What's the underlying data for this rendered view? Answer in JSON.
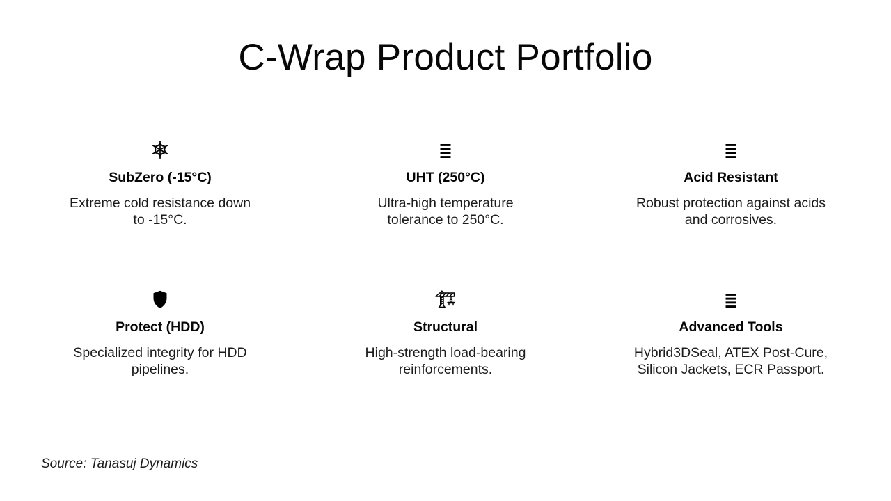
{
  "title": "C-Wrap Product Portfolio",
  "cards": [
    {
      "icon": "snowflake-icon",
      "title": "SubZero (-15°C)",
      "lines": [
        "Extreme cold resistance down",
        "to -15°C."
      ]
    },
    {
      "icon": "bars-icon",
      "title": "UHT (250°C)",
      "lines": [
        "Ultra-high temperature",
        "tolerance to 250°C."
      ]
    },
    {
      "icon": "bars-icon",
      "title": "Acid Resistant",
      "lines": [
        "Robust protection against acids",
        "and corrosives."
      ]
    },
    {
      "icon": "shield-icon",
      "title": "Protect (HDD)",
      "lines": [
        "Specialized integrity for HDD",
        "pipelines."
      ]
    },
    {
      "icon": "crane-icon",
      "title": "Structural",
      "lines": [
        "High-strength load-bearing",
        "reinforcements."
      ]
    },
    {
      "icon": "bars-icon",
      "title": "Advanced Tools",
      "lines": [
        "Hybrid3DSeal, ATEX Post-Cure,",
        "Silicon Jackets, ECR Passport."
      ]
    }
  ],
  "source": "Source: Tanasuj Dynamics",
  "colors": {
    "background": "#ffffff",
    "text": "#0d0d0d",
    "icon": "#000000"
  }
}
